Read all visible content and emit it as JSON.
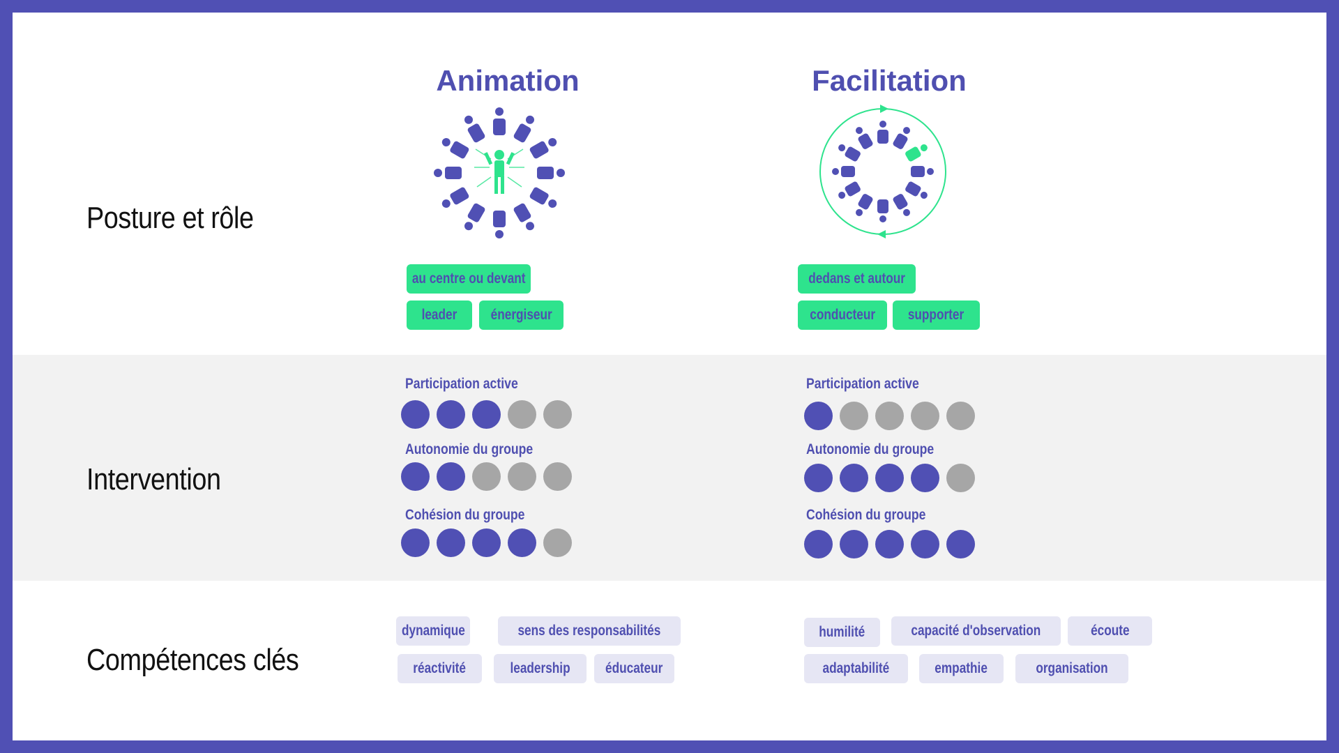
{
  "rows": {
    "posture": "Posture et rôle",
    "intervention": "Intervention",
    "competences": "Compétences clés"
  },
  "colors": {
    "frame": "#5050b4",
    "primary": "#4f4fb0",
    "green": "#2ee38d",
    "grey": "#a6a6a6",
    "lavender": "#e6e6f4"
  },
  "animation": {
    "title": "Animation",
    "icon": "people-circle-center-leader-icon",
    "posture_tags": [
      "au centre ou devant",
      "leader",
      "énergiseur"
    ],
    "metrics": [
      {
        "label": "Participation active",
        "filled": 3,
        "total": 5
      },
      {
        "label": "Autonomie du groupe",
        "filled": 2,
        "total": 5
      },
      {
        "label": "Cohésion du groupe",
        "filled": 4,
        "total": 5
      }
    ],
    "skills": [
      "dynamique",
      "sens des responsabilités",
      "réactivité",
      "leadership",
      "éducateur"
    ]
  },
  "facilitation": {
    "title": "Facilitation",
    "icon": "people-circle-facilitator-within-icon",
    "posture_tags": [
      "dedans et autour",
      "conducteur",
      "supporter"
    ],
    "metrics": [
      {
        "label": "Participation active",
        "filled": 1,
        "total": 5
      },
      {
        "label": "Autonomie du groupe",
        "filled": 4,
        "total": 5
      },
      {
        "label": "Cohésion du groupe",
        "filled": 5,
        "total": 5
      }
    ],
    "skills": [
      "humilité",
      "capacité d'observation",
      "écoute",
      "adaptabilité",
      "empathie",
      "organisation"
    ]
  }
}
